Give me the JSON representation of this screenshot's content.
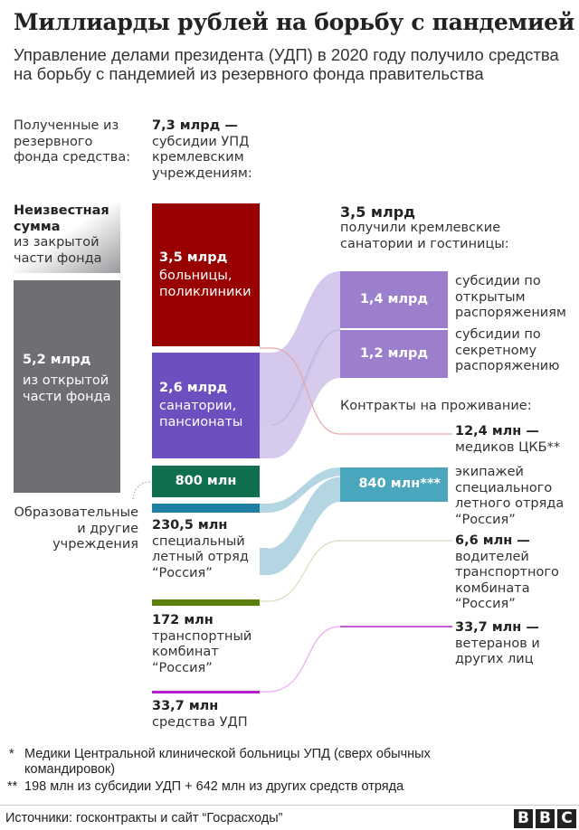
{
  "header": {
    "title": "Миллиарды рублей на борьбу с пандемией",
    "subtitle": "Управление делами президента (УДП) в 2020 году получило средства на борьбу с пандемией из резервного фонда правительства"
  },
  "left_column": {
    "heading": "Полученные из резервного фонда средства:",
    "unknown": {
      "amount": "Неизвестная сумма",
      "desc": "из закрытой части фонда"
    },
    "open": {
      "amount": "5,2 млрд",
      "desc": "из открытой части фонда"
    },
    "education_label": "Образовательные и другие учреждения"
  },
  "middle_column": {
    "heading_amount": "7,3 млрд —",
    "heading_desc": "субсидии УПД кремлевским учреждениям:",
    "hospitals": {
      "amount": "3,5 млрд",
      "desc": "больницы, поликлиники",
      "color": "#990000"
    },
    "sanatoria": {
      "amount": "2,6 млрд",
      "desc": "санатории, пансионаты",
      "color": "#6e4fbf"
    },
    "education": {
      "amount": "800 млн",
      "color": "#0f6f4f"
    },
    "flight_squad": {
      "amount": "230,5 млн",
      "desc": "специальный летный отряд “Россия”",
      "color": "#1f7fa3"
    },
    "transport": {
      "amount": "172 млн",
      "desc": "транспортный комбинат “Россия”",
      "color": "#5b7f0f"
    },
    "udp_funds": {
      "amount": "33,7 млн",
      "desc": "средства УДП",
      "color": "#b31fcc"
    }
  },
  "right_column": {
    "heading_amount": "3,5 млрд",
    "heading_desc": "получили кремлевские санатории и гостиницы:",
    "open_orders": {
      "amount": "1,4 млрд",
      "desc": "субсидии по открытым распоряжениям"
    },
    "secret_order": {
      "amount": "1,2 млрд",
      "desc": "субсидии по секретному распоряжению"
    },
    "contracts_heading": "Контракты на проживание:",
    "medics": {
      "amount": "12,4 млн —",
      "desc": "медиков ЦКБ**"
    },
    "crews": {
      "amount": "840 млн***",
      "desc": "экипажей специального летного отряда “Россия”"
    },
    "drivers": {
      "amount": "6,6 млн —",
      "desc": "водителей транспортного комбината “Россия”"
    },
    "veterans": {
      "amount": "33,7 млн —",
      "desc": "ветеранов и других лиц"
    }
  },
  "footnotes": {
    "note1_marker": "*",
    "note1": "Медики Центральной клинической больницы УПД (сверх обычных командировок)",
    "note2_marker": "**",
    "note2": "198 млн из субсидии УДП + 642 млн из других средств отряда"
  },
  "footer": {
    "source": "Источники: госконтракты и сайт “Госрасходы”",
    "logo": [
      "B",
      "B",
      "C"
    ]
  },
  "colors": {
    "gray_box": "#6e6e73",
    "light_purple_box": "#9b7fcc",
    "flow_purple": "#cfc2ea",
    "teal_box": "#4aa6bd",
    "flow_teal": "#b3d6e2"
  }
}
